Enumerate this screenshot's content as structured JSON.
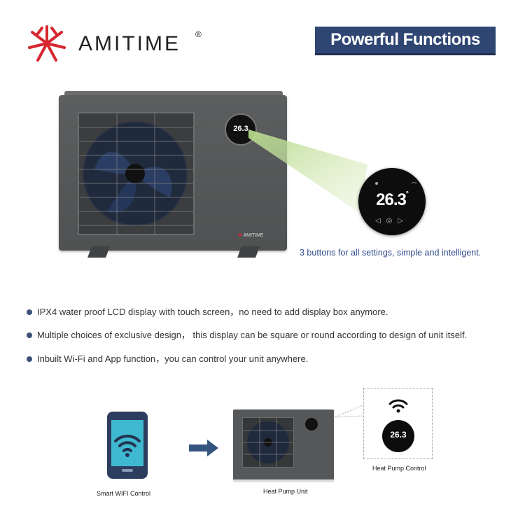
{
  "brand": {
    "name": "AMITIME",
    "registered": "®"
  },
  "header": {
    "title": "Powerful Functions"
  },
  "unit": {
    "badge": "AMITIME"
  },
  "controller": {
    "temperature": "26.3",
    "temperature_unit": "°"
  },
  "caption": "3 buttons for all settings, simple and intelligent.",
  "features": [
    "IPX4 water proof LCD display with touch screen，no need to add display box anymore.",
    "Multiple choices of exclusive design， this display can be square or round according to design of unit itself.",
    "Inbuilt Wi-Fi and App function，you can control your unit anywhere."
  ],
  "diagram": {
    "phone_label": "Smart WIFI Control",
    "unit_label": "Heat Pump Unit",
    "control_label": "Heat Pump Control"
  },
  "colors": {
    "banner": "#2f4673",
    "bullet": "#3d5078",
    "caption": "#2f4a8a",
    "logo_red": "#d7262f",
    "phone_screen": "#3fb9d1"
  }
}
